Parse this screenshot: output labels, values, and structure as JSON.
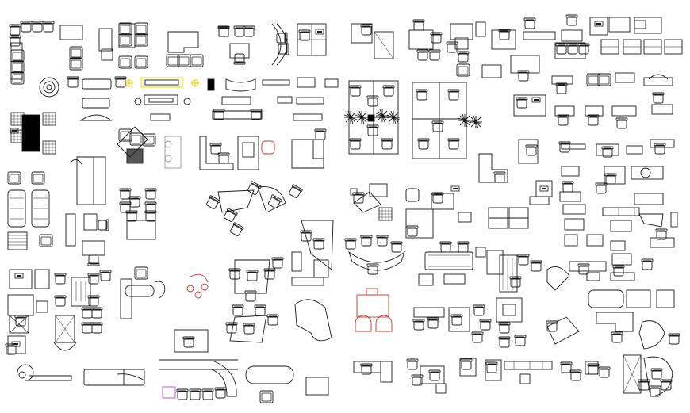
{
  "drawing": {
    "title": "",
    "colors": {
      "ink": "#1a1a1a",
      "fill_dark": "#000000",
      "accent_yellow": "#e8d200",
      "accent_red": "#c0392b",
      "accent_purple": "#b04bd0",
      "accent_grey": "#9a9a9a",
      "background": "#ffffff"
    },
    "block_categories": [
      "sofa",
      "armchair",
      "desk",
      "workstation",
      "conference-table",
      "reception-counter",
      "sideboard",
      "plant",
      "filing-cabinet",
      "computer"
    ]
  }
}
